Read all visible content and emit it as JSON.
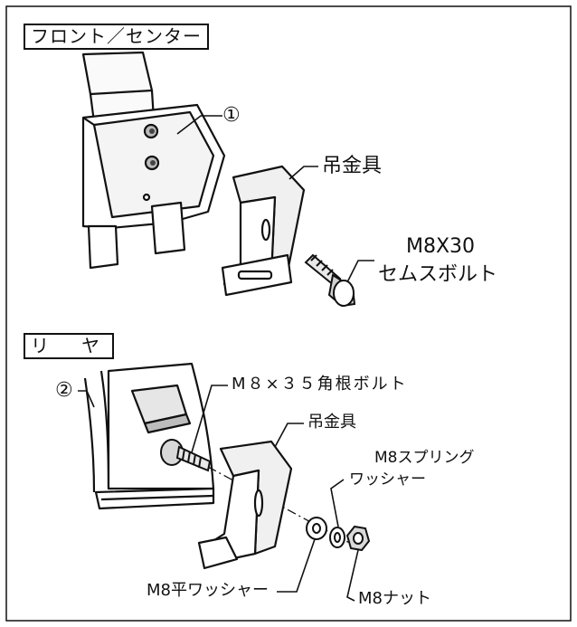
{
  "sections": {
    "front_center": "フロント／センター",
    "rear": "リ　ヤ"
  },
  "callouts": {
    "num1": "①",
    "num2": "②"
  },
  "parts": {
    "hanger_front": "吊金具",
    "bolt_front_1": "M8X30",
    "bolt_front_2": "セムスボルト",
    "square_bolt": "M８×３５角根ボルト",
    "hanger_rear": "吊金具",
    "spring_washer_1": "M8スプリング",
    "spring_washer_2": "ワッシャー",
    "flat_washer": "M8平ワッシャー",
    "nut": "M8ナット"
  },
  "colors": {
    "line": "#111111",
    "fill_light": "#f2f2f2",
    "fill_mid": "#d9d9d9",
    "fill_dark": "#8a8a8a"
  }
}
